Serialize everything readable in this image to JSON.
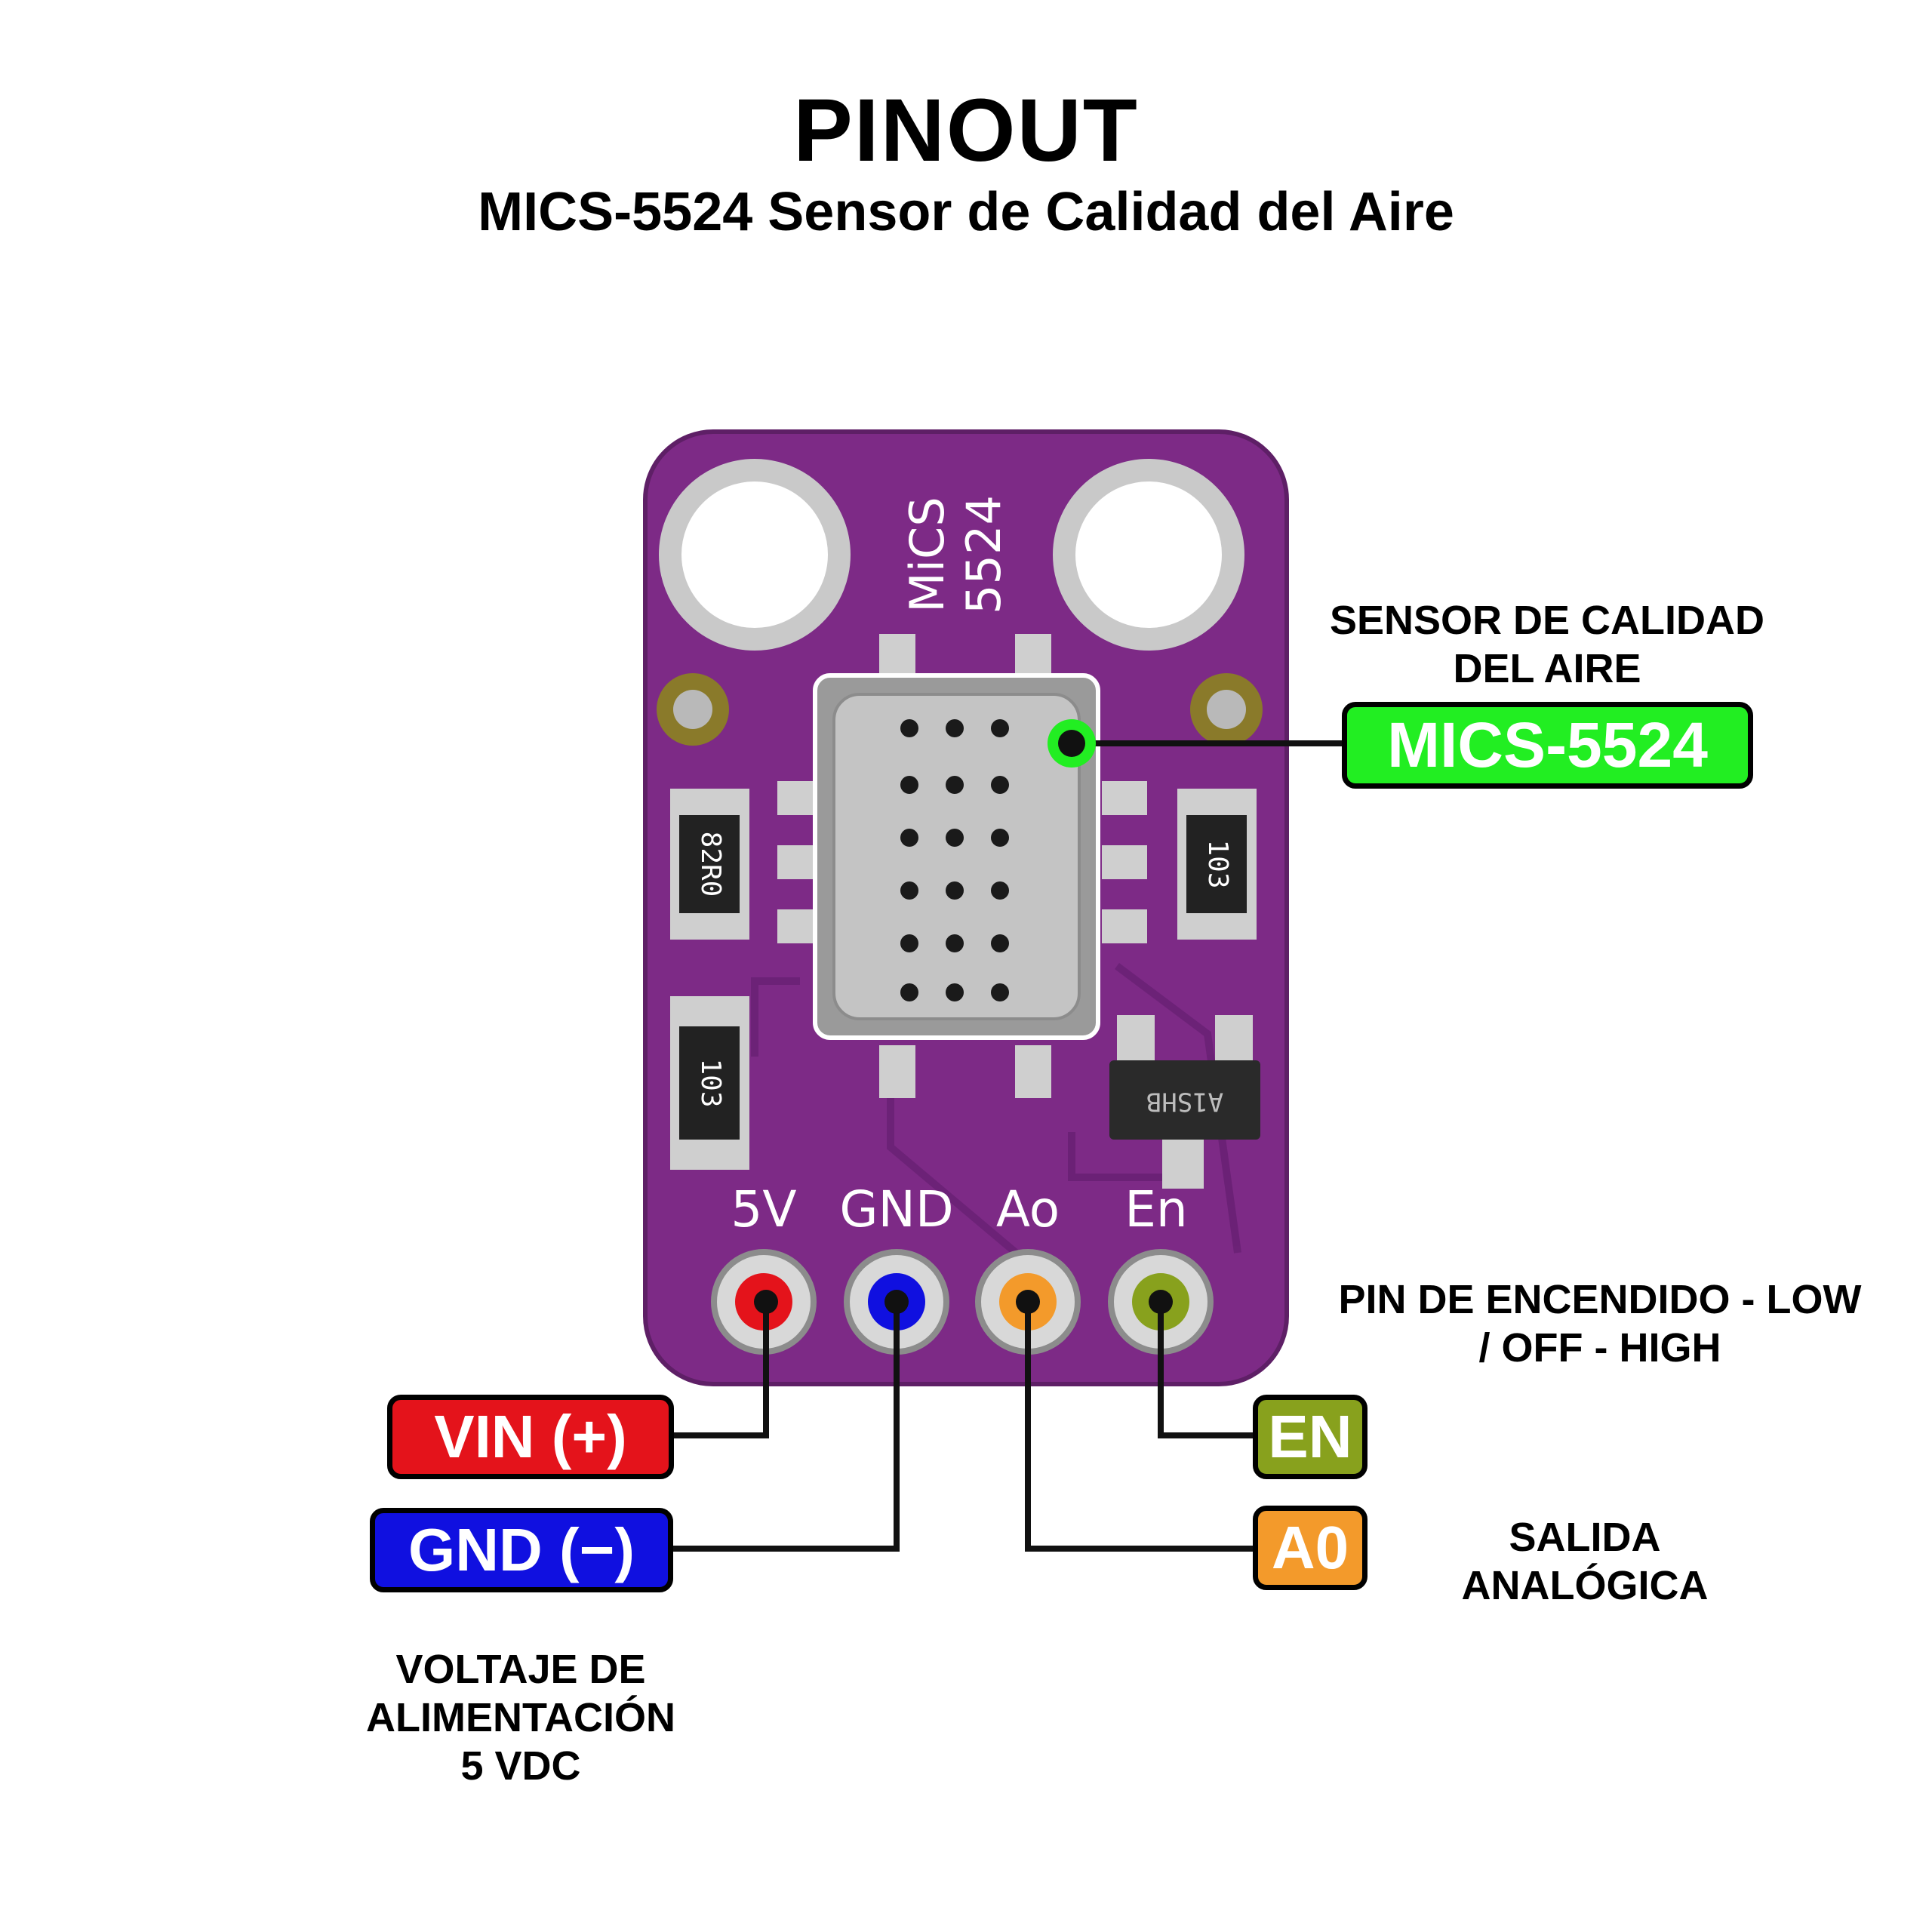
{
  "header": {
    "title": "PINOUT",
    "subtitle": "MICS-5524 Sensor de Calidad del Aire"
  },
  "board": {
    "color": "#7d2a86",
    "chip_text_line1": "MiCS",
    "chip_text_line2": "5524",
    "silk_pins": [
      "5V",
      "GND",
      "Ao",
      "En"
    ],
    "resistor_left_top": "82R0",
    "resistor_right": "103",
    "resistor_left_bottom": "103",
    "transistor_code": "A1SHB"
  },
  "pins": [
    {
      "name": "VIN (+)",
      "color": "#e4131b"
    },
    {
      "name": "GND (−)",
      "color": "#1010e0"
    },
    {
      "name": "A0",
      "color": "#f39a2b"
    },
    {
      "name": "EN",
      "color": "#88a11d"
    }
  ],
  "sensor_tag": {
    "text": "MICS-5524",
    "color": "#22ee22"
  },
  "notes": {
    "sensor_line1": "SENSOR DE CALIDAD",
    "sensor_line2": "DEL AIRE",
    "en_line1": "PIN DE ENCENDIDO - LOW",
    "en_line2": "/ OFF - HIGH",
    "ao_line1": "SALIDA",
    "ao_line2": "ANALÓGICA",
    "vin_line1": "VOLTAJE DE",
    "vin_line2": "ALIMENTACIÓN",
    "vin_line3": "5 VDC"
  }
}
